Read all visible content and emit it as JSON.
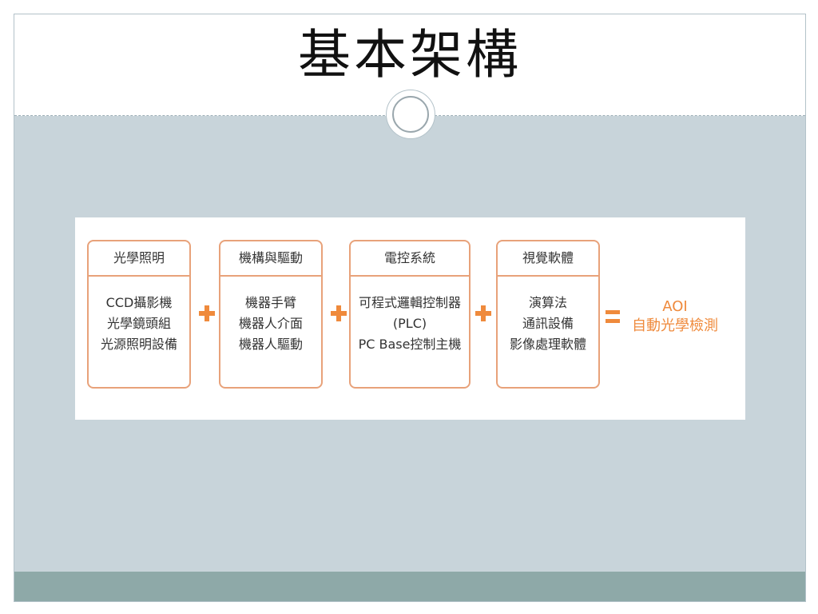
{
  "slide": {
    "title": "基本架構"
  },
  "diagram": {
    "boxes": [
      {
        "header": "光學照明",
        "items": [
          "CCD攝影機",
          "光學鏡頭組",
          "光源照明設備"
        ]
      },
      {
        "header": "機構與驅動",
        "items": [
          "機器手臂",
          "機器人介面",
          "機器人驅動"
        ]
      },
      {
        "header": "電控系統",
        "items": [
          "可程式邏輯控制器",
          "(PLC)",
          "PC Base控制主機"
        ]
      },
      {
        "header": "視覺軟體",
        "items": [
          "演算法",
          "通訊設備",
          "影像處理軟體"
        ]
      }
    ],
    "result": {
      "line1": "AOI",
      "line2": "自動光學檢測"
    },
    "colors": {
      "accent": "#ef8a3c",
      "box_border": "#e8a27a",
      "slide_background": "#c8d4da",
      "footer_band": "#8ea9a8"
    }
  }
}
